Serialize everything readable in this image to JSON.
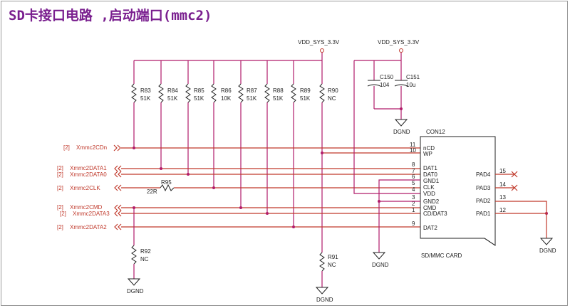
{
  "title": "SD卡接口电路 ,启动端口(mmc2)",
  "power": {
    "left": "VDD_SYS_3.3V",
    "right": "VDD_SYS_3.3V"
  },
  "ground": "DGND",
  "resistors": [
    {
      "ref": "R83",
      "value": "51K"
    },
    {
      "ref": "R84",
      "value": "51K"
    },
    {
      "ref": "R85",
      "value": "51K"
    },
    {
      "ref": "R86",
      "value": "10K"
    },
    {
      "ref": "R87",
      "value": "51K"
    },
    {
      "ref": "R88",
      "value": "51K"
    },
    {
      "ref": "R89",
      "value": "51K"
    },
    {
      "ref": "R90",
      "value": "NC"
    },
    {
      "ref": "R91",
      "value": "NC"
    },
    {
      "ref": "R92",
      "value": "NC"
    },
    {
      "ref": "R95",
      "value": "22R"
    }
  ],
  "capacitors": [
    {
      "ref": "C150",
      "value": "104"
    },
    {
      "ref": "C151",
      "value": "10u"
    }
  ],
  "nets": [
    {
      "tag": "[2]",
      "name": "Xmmc2CDn"
    },
    {
      "tag": "[2]",
      "name": "Xmmc2DATA1"
    },
    {
      "tag": "[2]",
      "name": "Xmmc2DATA0"
    },
    {
      "tag": "[2]",
      "name": "Xmmc2CLK"
    },
    {
      "tag": "[2]",
      "name": "Xmmc2CMD"
    },
    {
      "tag": "[2]",
      "name": "Xmmc2DATA3"
    },
    {
      "tag": "[2]",
      "name": "Xmmc2DATA2"
    }
  ],
  "connector": {
    "ref": "CON12",
    "name": "SD/MMC CARD",
    "left_pins": [
      {
        "num": "11",
        "name": "nCD"
      },
      {
        "num": "10",
        "name": "WP"
      },
      {
        "num": "8",
        "name": "DAT1"
      },
      {
        "num": "7",
        "name": "DAT0"
      },
      {
        "num": "6",
        "name": "GND1"
      },
      {
        "num": "5",
        "name": "CLK"
      },
      {
        "num": "4",
        "name": "VDD"
      },
      {
        "num": "3",
        "name": "GND2"
      },
      {
        "num": "2",
        "name": "CMD"
      },
      {
        "num": "1",
        "name": "CD/DAT3"
      },
      {
        "num": "9",
        "name": "DAT2"
      }
    ],
    "right_pins": [
      {
        "num": "15",
        "name": "PAD4"
      },
      {
        "num": "14",
        "name": "PAD3"
      },
      {
        "num": "13",
        "name": "PAD2"
      },
      {
        "num": "12",
        "name": "PAD1"
      }
    ]
  }
}
